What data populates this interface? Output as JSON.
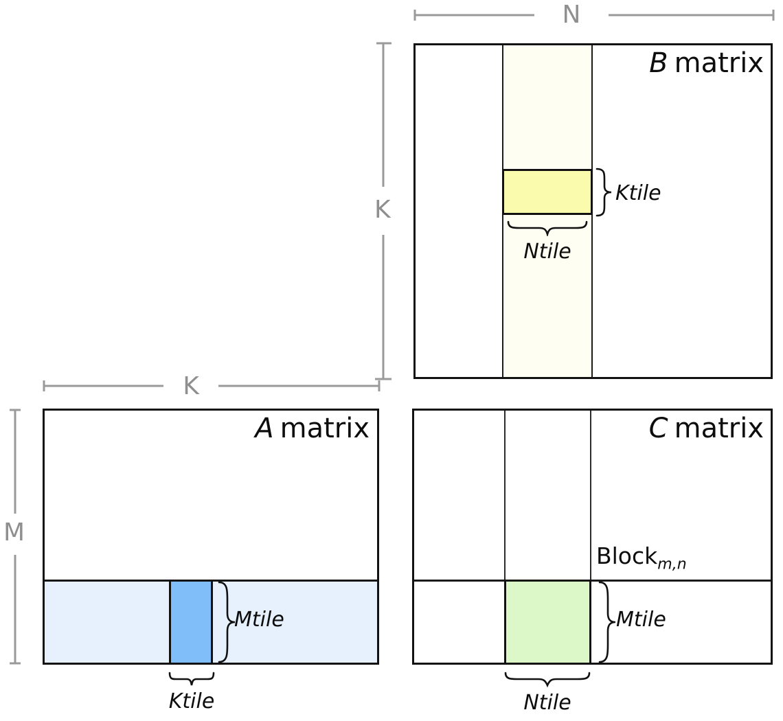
{
  "diagram": {
    "title_word": "matrix",
    "b": {
      "letter": "B",
      "word": "matrix",
      "ktile": "Ktile",
      "ntile": "Ntile",
      "dim_n": "N",
      "dim_k": "K"
    },
    "a": {
      "letter": "A",
      "word": "matrix",
      "mtile": "Mtile",
      "ktile": "Ktile",
      "dim_k": "K",
      "dim_m": "M"
    },
    "c": {
      "letter": "C",
      "word": "matrix",
      "block": "Block",
      "block_sub": "m,n",
      "mtile": "Mtile",
      "ntile": "Ntile"
    },
    "colors": {
      "b_strip": "#fffef2",
      "b_tile_yellow": "#fbfbad",
      "a_strip": "#e7f1fd",
      "a_tile_blue": "#7fbef8",
      "c_tile_green": "#dcf7c8",
      "dimension_gray": "#9a9a9a",
      "line_black": "#121212"
    }
  }
}
